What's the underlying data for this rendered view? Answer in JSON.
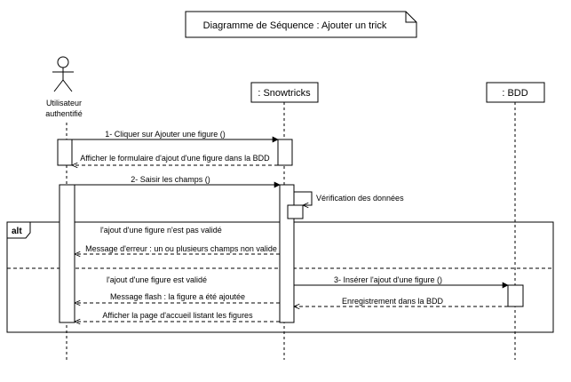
{
  "title": "Diagramme de Séquence : Ajouter un trick",
  "actors": {
    "user_line1": "Utilisateur",
    "user_line2": "authentifié",
    "snowtricks": ": Snowtricks",
    "bdd": ": BDD"
  },
  "fragment": {
    "operator": "alt",
    "guard_invalid": "l'ajout d'une figure n'est pas validé",
    "guard_valid": "l'ajout d'une figure est validé"
  },
  "messages": {
    "m1": "1- Cliquer sur Ajouter une figure ()",
    "m_form": "Afficher le formulaire d'ajout d'une figure dans la BDD",
    "m2": "2- Saisir les champs ()",
    "m_verif": "Vérification des données",
    "m_error": "Message d'erreur : un ou plusieurs champs non valide",
    "m3": "3- Insérer l'ajout d'une figure ()",
    "m_save": "Enregistrement dans la BDD",
    "m_flash": "Message flash : la figure a été ajoutée",
    "m_home": "Afficher la page d'accueil listant les figures"
  }
}
